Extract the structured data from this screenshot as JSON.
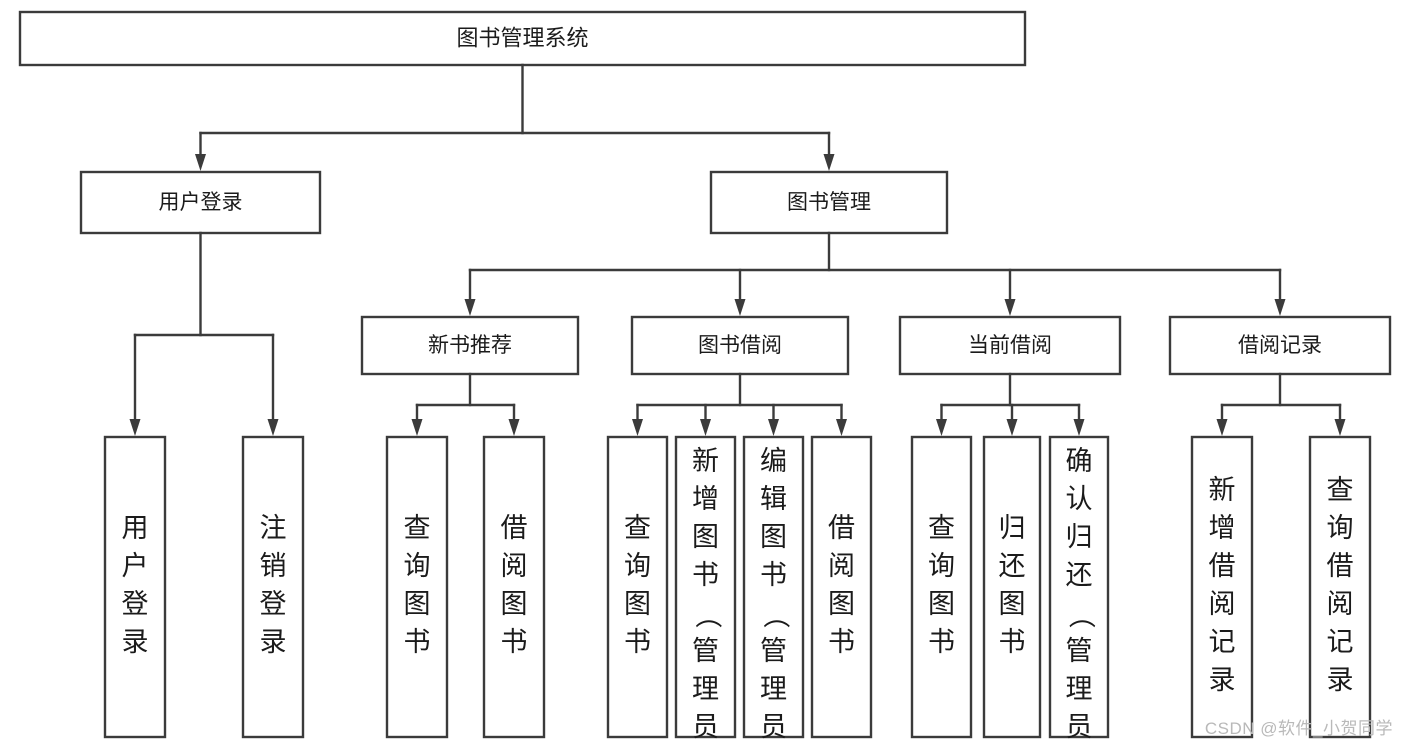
{
  "diagram": {
    "type": "tree-hierarchy-chart",
    "title": "图书管理系统",
    "orientation": "top-down",
    "colors": {
      "box_fill": "#ffffff",
      "box_stroke": "#3b3b3b",
      "text": "#1b1b1b",
      "background": "#ffffff",
      "watermark": "#b9b9b9"
    },
    "root": {
      "label": "图书管理系统",
      "level": 0
    },
    "level1": [
      {
        "label": "用户登录",
        "level": 1
      },
      {
        "label": "图书管理",
        "level": 1
      }
    ],
    "level2": [
      {
        "label": "新书推荐",
        "parent": "图书管理",
        "level": 2
      },
      {
        "label": "图书借阅",
        "parent": "图书管理",
        "level": 2
      },
      {
        "label": "当前借阅",
        "parent": "图书管理",
        "level": 2
      },
      {
        "label": "借阅记录",
        "parent": "图书管理",
        "level": 2
      }
    ],
    "leaves": {
      "用户登录": [
        "用户登录",
        "注销登录"
      ],
      "新书推荐": [
        "查询图书",
        "借阅图书"
      ],
      "图书借阅": [
        "查询图书",
        "新增图书（管理员）",
        "编辑图书（管理员）",
        "借阅图书"
      ],
      "当前借阅": [
        "查询图书",
        "归还图书",
        "确认归还（管理员）"
      ],
      "借阅记录": [
        "新增借阅记录",
        "查询借阅记录"
      ]
    },
    "leaf_text_orientation": "vertical-top-to-bottom"
  },
  "watermark": {
    "text": "CSDN @软件_小贺同学"
  }
}
